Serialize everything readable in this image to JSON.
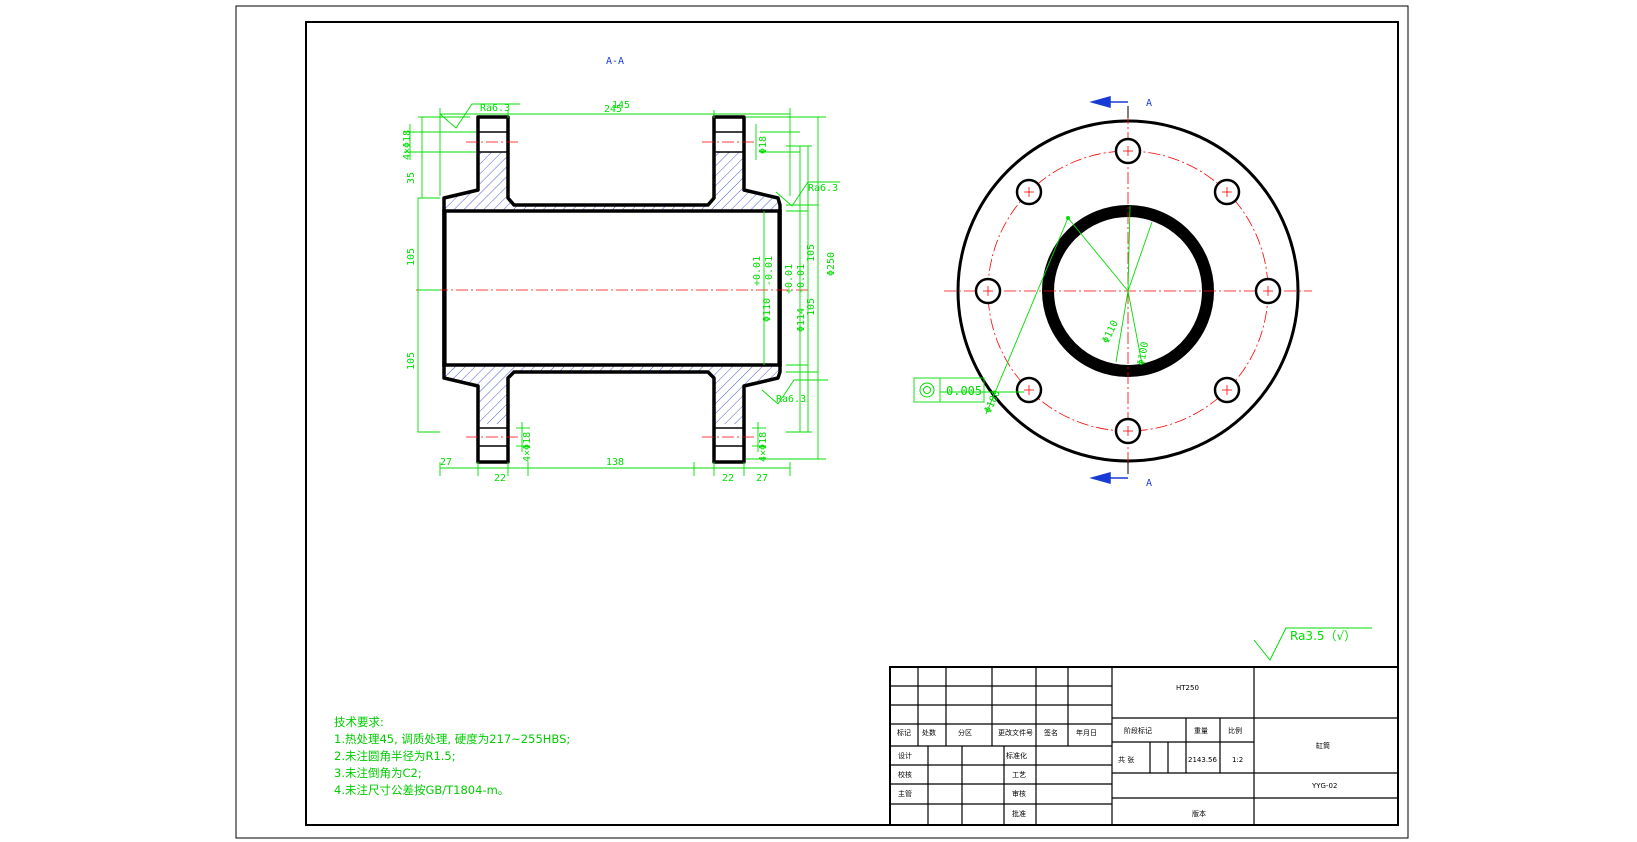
{
  "section_label": "A-A",
  "section_mark": "A",
  "colors": {
    "outline": "#000000",
    "dimension": "#00dd00",
    "centerline": "#ff0000",
    "hatch": "#2233cc",
    "section_arrow": "#1a3ad6"
  },
  "left_view": {
    "dims": {
      "top_overall": "145",
      "top_length": "245",
      "ra_top": "Ra6.3",
      "ra_right": "Ra6.3",
      "ra_bottom": "Ra6.3",
      "hole_top_left": "4×Φ18",
      "hole_top_right": "Φ18",
      "hole_bottom_left": "4×Φ18",
      "hole_bottom_right": "4×Φ18",
      "left_35": "35",
      "left_105_top": "105",
      "left_105_bottom": "105",
      "right_105_top": "105",
      "right_105_bottom": "105",
      "bore_110": "Φ110",
      "bore_110_tol_up": "+0.01",
      "bore_110_tol_dn": "-0.01",
      "bore_114": "Φ114",
      "bore_114_tol_up": "+0.01",
      "bore_114_tol_dn": "-0.01",
      "outer_250": "Φ250",
      "bottom_27_left": "27",
      "bottom_22_left": "22",
      "bottom_138": "138",
      "bottom_22_right": "22",
      "bottom_27_right": "27"
    }
  },
  "right_view": {
    "dia_110": "Φ110",
    "dia_100": "Φ100",
    "dia_pcd": "Φ180",
    "tolerance_value": "0.005"
  },
  "general_roughness": "Ra3.5（√）",
  "tech_requirements": {
    "title": "技术要求:",
    "items": [
      "1.热处理45, 调质处理, 硬度为217~255HBS;",
      "2.未注圆角半径为R1.5;",
      "3.未注倒角为C2;",
      "4.未注尺寸公差按GB/T1804-m。"
    ]
  },
  "title_block": {
    "material": "HT250",
    "headers": [
      "标记",
      "处数",
      "分区",
      "更改文件号",
      "签名",
      "年月日"
    ],
    "design_label": "设计",
    "standardization_label": "标准化",
    "check_label": "校核",
    "process_label": "工艺",
    "approve_label": "审核",
    "main_label": "主管",
    "ratify_label": "批准",
    "stage_label": "阶段标记",
    "weight_label": "重量",
    "scale_label": "比例",
    "weight_value": "2143.56",
    "scale_value": "1:2",
    "sheets_label": "共 张",
    "version_label": "版本",
    "part_name": "缸筒",
    "drawing_number": "YYG-02"
  }
}
